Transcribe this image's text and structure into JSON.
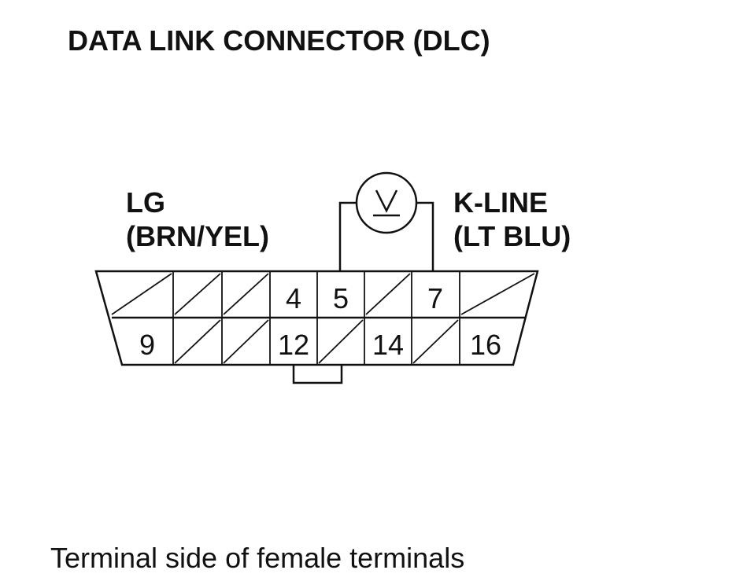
{
  "title": "DATA LINK CONNECTOR (DLC)",
  "left_label": {
    "line1": "LG",
    "line2": "(BRN/YEL)"
  },
  "right_label": {
    "line1": "K-LINE",
    "line2": "(LT BLU)"
  },
  "meter_symbol": "V",
  "pins": {
    "top": [
      "4",
      "5",
      "7"
    ],
    "bottom": [
      "9",
      "12",
      "14",
      "16"
    ]
  },
  "caption": "Terminal side of female terminals",
  "icons": {
    "meter": "voltmeter-icon",
    "connector": "dlc-connector-icon"
  }
}
